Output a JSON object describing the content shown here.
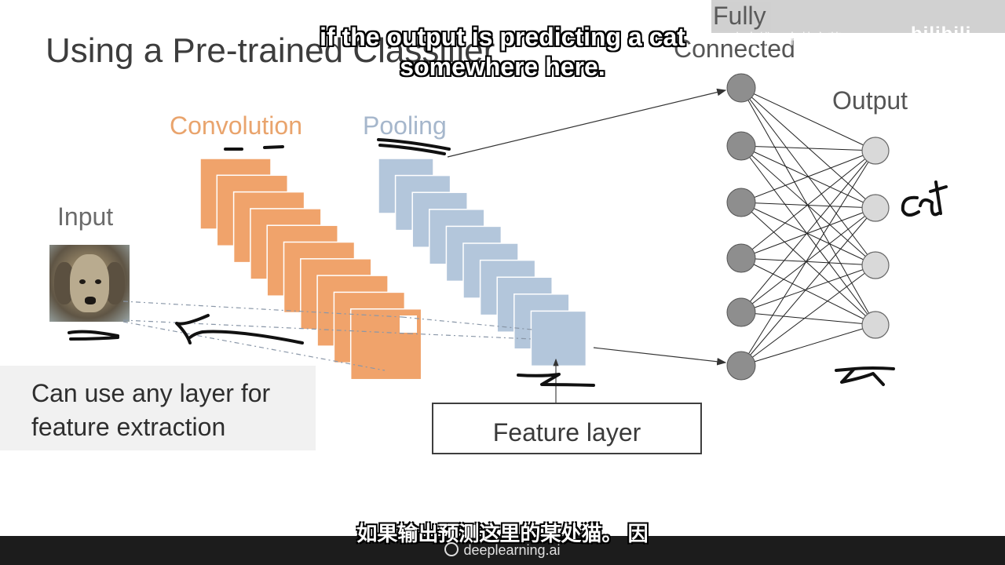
{
  "slide": {
    "title": "Using a Pre-trained Classifier",
    "labels": {
      "convolution": "Convolution",
      "pooling": "Pooling",
      "input": "Input",
      "fully": "Fully",
      "connected": "Connected",
      "output": "Output",
      "handwritten_cat": "cat"
    },
    "callout": "Can use any layer for feature extraction",
    "feature_box": "Feature layer"
  },
  "subtitles": {
    "english": "if the output is predicting a cat somewhere here.",
    "chinese": "如果输出预测这里的某处猫。 因"
  },
  "watermark": {
    "top_right": "小土堆 · 中英字幕",
    "logo": "bilibili"
  },
  "footer": {
    "brand": "deeplearning.ai"
  },
  "colors": {
    "convolution": "#f0a36b",
    "pooling": "#b3c6db",
    "node": "#8e8e8e",
    "ink": "#111111"
  }
}
